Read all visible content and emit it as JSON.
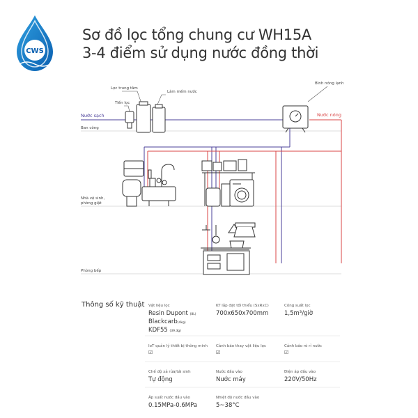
{
  "logo": {
    "text": "CWS"
  },
  "title": {
    "line1": "Sơ đồ lọc tổng chung cư WH15A",
    "line2": "3-4 điểm sử dụng nước đồng thời"
  },
  "diagram": {
    "loc_trung_tam": "Lọc trung tâm",
    "lam_mem_nuoc": "Làm mềm nước",
    "tien_loc": "Tiền lọc",
    "binh_nong_lanh": "Bình nóng lạnh",
    "nuoc_sach": "Nước sạch",
    "nuoc_nong": "Nước nóng",
    "ban_cong": "Ban công",
    "nha_ve_sinh_1": "Nhà vệ sinh,",
    "nha_ve_sinh_2": "phòng giặt",
    "phong_bep": "Phòng bếp"
  },
  "colors": {
    "clean": "#4a3f99",
    "hot": "#d94545",
    "line": "#333333"
  },
  "specs": {
    "title": "Thông số kỹ thuật",
    "vat_lieu": {
      "label": "Vật liệu lọc",
      "v1": "Resin Dupont",
      "v1s": "(8L)",
      "v2": "Blackcarb",
      "v2s": "(4kg)",
      "v3": "KDF55",
      "v3s": "(39.3g)"
    },
    "kt": {
      "label": "KT lắp đặt tối thiểu (SxRxC)",
      "value": "700x650x700mm"
    },
    "cong_suat": {
      "label": "Công suất lọc",
      "value": "1,5m³/giờ"
    },
    "iot": {
      "label": "IoT quản lý thiết bị thông minh",
      "check": "☑"
    },
    "canh_bao_vl": {
      "label": "Cảnh báo thay vật liệu lọc",
      "check": "☑"
    },
    "canh_bao_ro": {
      "label": "Cảnh báo rò rỉ nước",
      "check": "☑"
    },
    "che_do": {
      "label": "Chế độ xả rửa/tái sinh",
      "value": "Tự động"
    },
    "nuoc_dau_vao": {
      "label": "Nước đầu vào",
      "value": "Nước máy"
    },
    "dien_ap": {
      "label": "Điện áp đầu vào",
      "value": "220V/50Hz"
    },
    "ap_suat": {
      "label": "Áp suất nước đầu vào",
      "value": "0.15MPa-0.6MPa"
    },
    "nhiet_do": {
      "label": "Nhiệt độ nước đầu vào",
      "value": "5~38°C"
    }
  }
}
